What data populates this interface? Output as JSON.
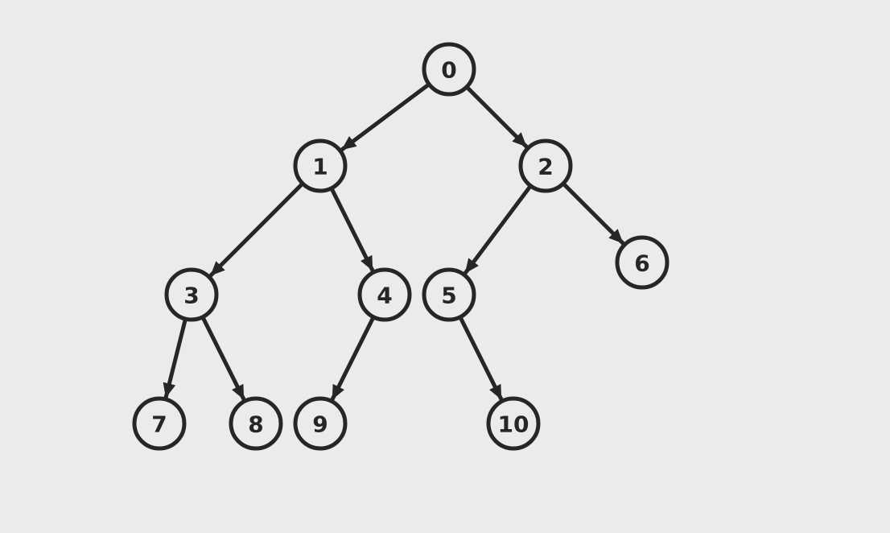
{
  "colors": {
    "background": "#ebebeb",
    "stroke": "#262626"
  },
  "graph": {
    "nodes": [
      {
        "id": "0",
        "label": "0"
      },
      {
        "id": "1",
        "label": "1"
      },
      {
        "id": "2",
        "label": "2"
      },
      {
        "id": "3",
        "label": "3"
      },
      {
        "id": "4",
        "label": "4"
      },
      {
        "id": "5",
        "label": "5"
      },
      {
        "id": "6",
        "label": "6"
      },
      {
        "id": "7",
        "label": "7"
      },
      {
        "id": "8",
        "label": "8"
      },
      {
        "id": "9",
        "label": "9"
      },
      {
        "id": "10",
        "label": "10"
      }
    ],
    "edges": [
      {
        "from": "0",
        "to": "1"
      },
      {
        "from": "0",
        "to": "2"
      },
      {
        "from": "1",
        "to": "3"
      },
      {
        "from": "1",
        "to": "4"
      },
      {
        "from": "2",
        "to": "5"
      },
      {
        "from": "2",
        "to": "6"
      },
      {
        "from": "3",
        "to": "7"
      },
      {
        "from": "3",
        "to": "8"
      },
      {
        "from": "4",
        "to": "9"
      },
      {
        "from": "5",
        "to": "10"
      }
    ]
  }
}
